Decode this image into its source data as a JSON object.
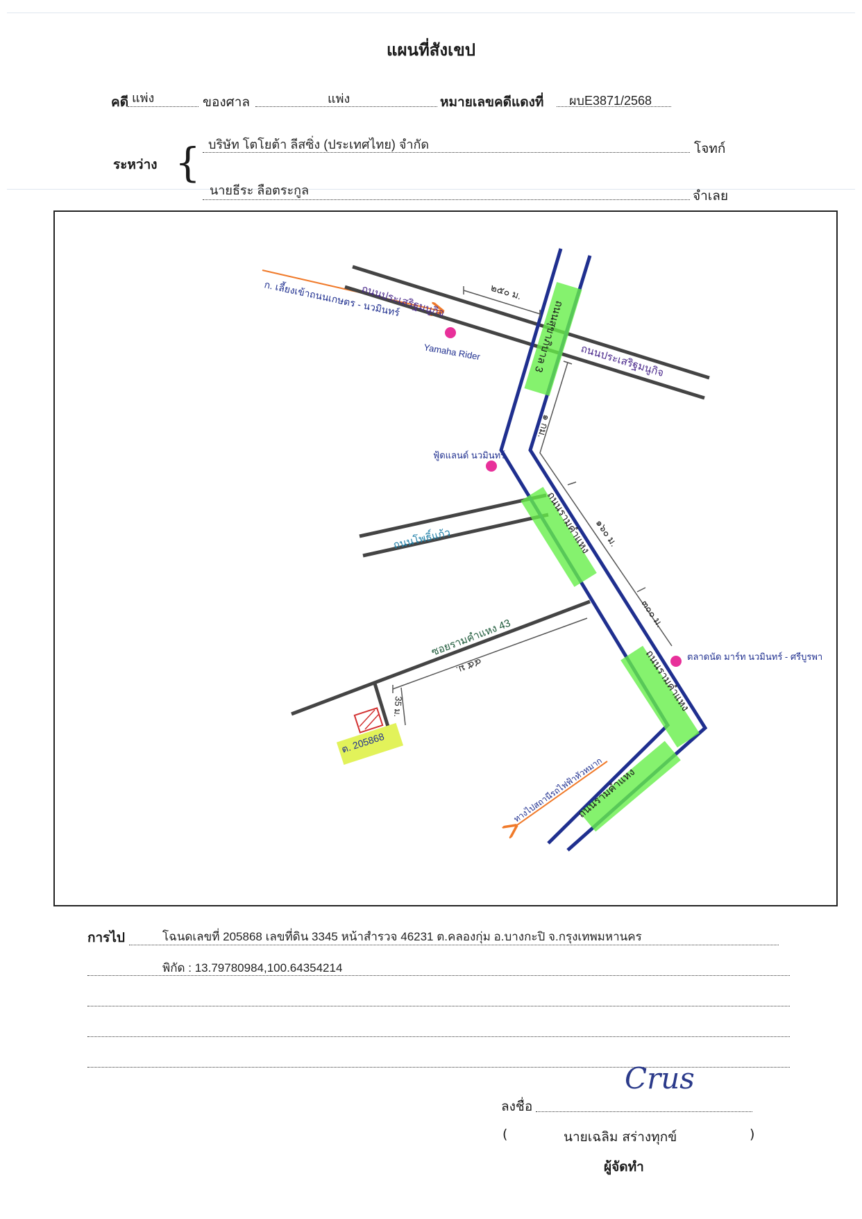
{
  "header": {
    "title": "แผนที่สังเขป",
    "case_label": "คดี",
    "case_type": "แพ่ง",
    "court_label": "ของศาล",
    "court_type": "แพ่ง",
    "red_case_label": "หมายเลขคดีแดงที่",
    "red_case_number": "ผบE3871/2568",
    "between_label": "ระหว่าง",
    "plaintiff_name": "บริษัท โตโยต้า ลีสซิ่ง (ประเทศไทย) จำกัด",
    "plaintiff_label": "โจทก์",
    "defendant_name": "นายธีระ  ลือตระกูล",
    "defendant_label": "จำเลย"
  },
  "map": {
    "roads": {
      "main_road_top": "ถนนสุขาภิบาล 3",
      "main_road_mid": "ถนนรามคำแหง",
      "main_road_low": "ถนนรามคำแหง",
      "main_road_bottom": "ถนนรามคำแหง",
      "cross_road_left": "ถนนประเสริฐมนูกิจ",
      "cross_road_right": "ถนนประเสริฐมนูกิจ",
      "side_road": "ถนนโพธิ์แก้ว",
      "soi": "ซอยรามคำแหง 43"
    },
    "directions": {
      "top_left": "ก. เลี้ยงเข้าถนนเกษตร - นวมินทร์",
      "bottom_left": "ทางไปสถานีรถไฟฟ้าหัวหมาก"
    },
    "landmarks": {
      "yamaha": "Yamaha Rider",
      "foodland": "ฟู้ดแลนด์ นวมินทร์",
      "market": "ตลาดนัด มาร์ท นวมินทร์ - ศรีบูรพา"
    },
    "distances": {
      "d1": "๒๕๐ ม.",
      "d2": "๑ กม.",
      "d3": "๑๖๐ ม.",
      "d4": "๓๐๐ ม.",
      "d5": "๔๕ ม.",
      "d6": "35 ม."
    },
    "plot_label": "ต. 205868"
  },
  "footer": {
    "route_label": "การไป",
    "route_line1": "โฉนดเลขที่ 205868 เลขที่ดิน  3345  หน้าสำรวจ 46231 ต.คลองกุ่ม อ.บางกะปิ จ.กรุงเทพมหานคร",
    "route_line2": "พิกัด : 13.79780984,100.64354214",
    "sign_label": "ลงชื่อ",
    "signature": "Crus",
    "paren_open": "(",
    "signer_name": "นายเฉลิม  สร่างทุกข์",
    "paren_close": ")",
    "signer_role": "ผู้จัดทำ"
  },
  "colors": {
    "road_blue": "#1f2f8f",
    "highlight_green": "#66ef4a",
    "highlight_yellow": "#e2f25a",
    "arrow_orange": "#f07a2a",
    "landmark_pink": "#e8309a",
    "label_purple": "#4b2a8c",
    "label_teal": "#1e7fa8",
    "label_darkgreen": "#1e5a3a"
  }
}
